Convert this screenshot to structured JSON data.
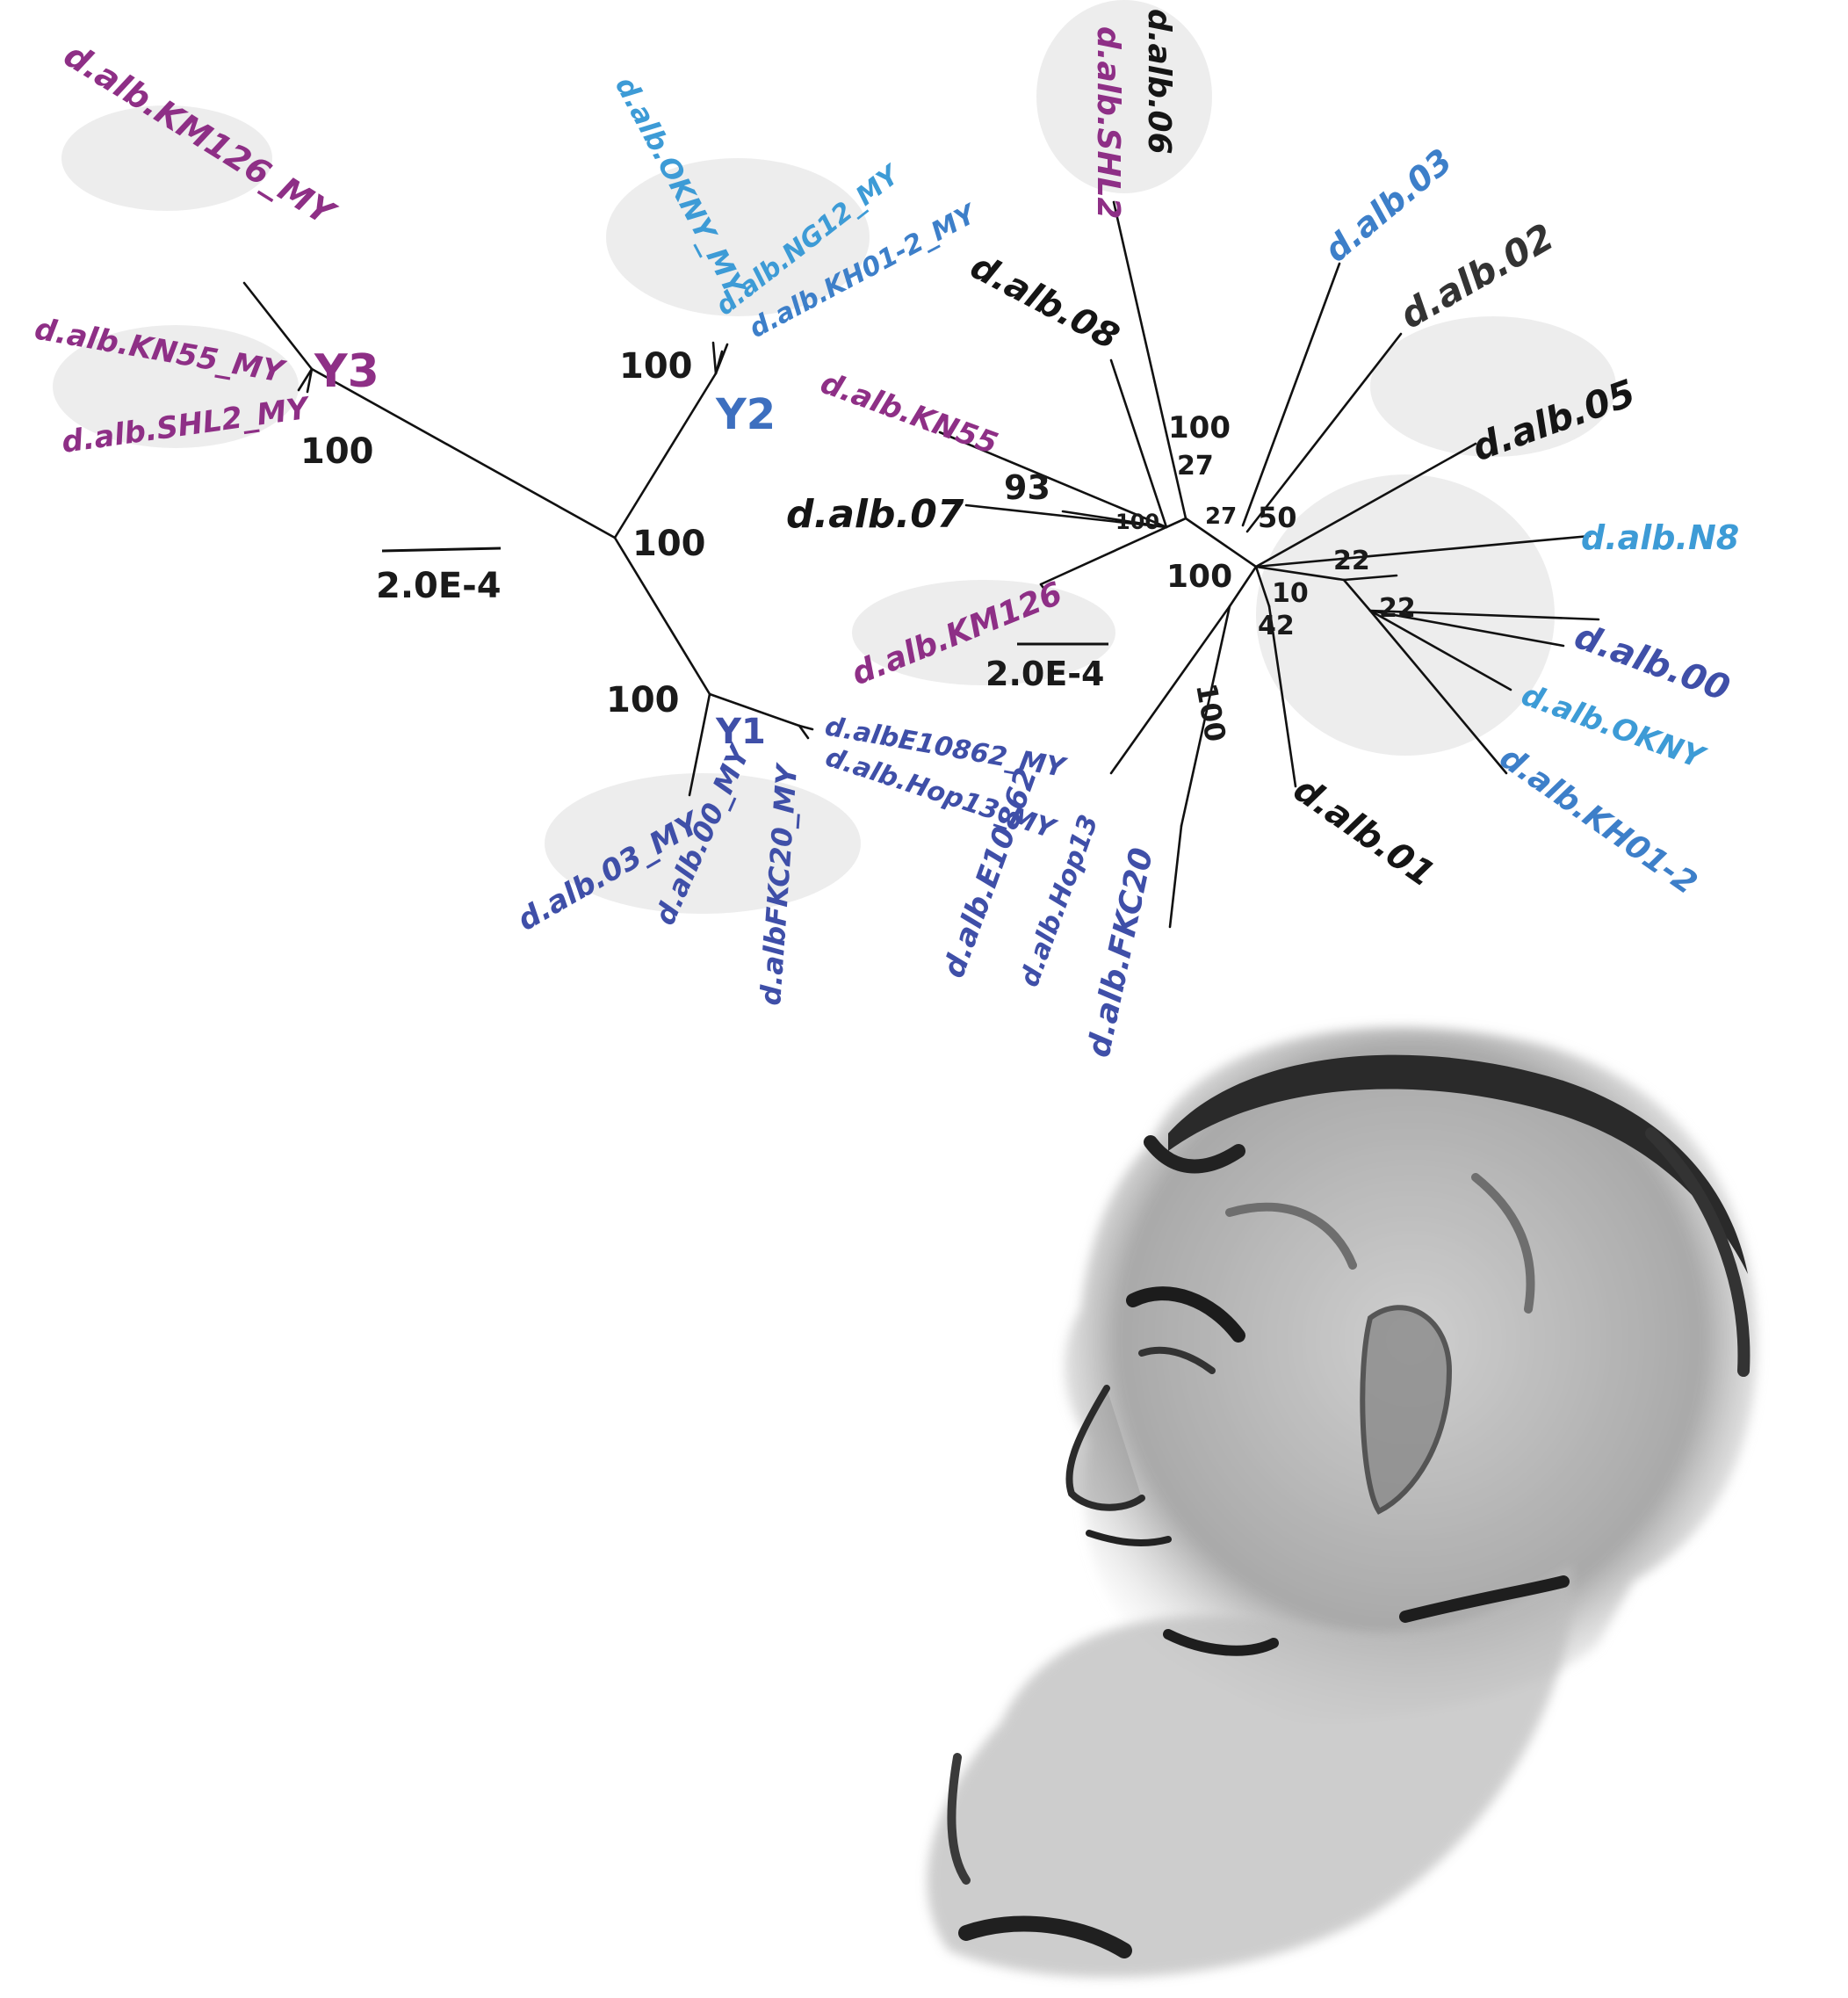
{
  "colors": {
    "magenta": "#8e2f86",
    "blue": "#3f4fa8",
    "light_blue": "#3d9bd6",
    "teal": "#4aa7d8",
    "black": "#151515"
  },
  "tree1": {
    "scale_bar": "2.0E-4",
    "clades": {
      "y1": "Y1",
      "y2": "Y2",
      "y3": "Y3"
    },
    "bootstrap": {
      "y3": "100",
      "y2": "100",
      "root": "100",
      "y1": "100"
    },
    "leaves": {
      "km126": "d.alb.KM126_MY",
      "kn55": "d.alb.KN55_MY",
      "shl2": "d.alb.SHL2_MY",
      "okny": "d.alb.OKNY_MY",
      "ng12": "d.alb.NG12_MY",
      "kh01": "d.alb.KH01-2_MY",
      "alb03": "d.alb.03_MY",
      "alb00": "d.alb.00_MY",
      "e10862": "d.albE10862_MY",
      "hop13": "d.alb.Hop13_MY",
      "fkc20": "d.albFKC20_MY"
    }
  },
  "tree2": {
    "scale_bar": "2.0E-4",
    "bootstrap": {
      "b100a": "100",
      "b27a": "27",
      "b27b": "27",
      "b50": "50",
      "b22a": "22",
      "b22b": "22",
      "b93": "93",
      "b100b": "100",
      "b100c": "100",
      "b10": "10",
      "b42": "42",
      "b100d": "100"
    },
    "leaves": {
      "shl2": "d.alb.SHL2",
      "alb06": "d.alb.06",
      "alb08": "d.alb.08",
      "alb03": "d.alb.03",
      "alb02": "d.alb.02",
      "alb05": "d.alb.05",
      "kn55": "d.alb.KN55",
      "alb07": "d.alb.07",
      "n8": "d.alb.N8",
      "km126": "d.alb.KM126",
      "alb00": "d.alb.00",
      "okny": "d.alb.OKNY",
      "kh01": "d.alb.KH01-2",
      "alb01": "d.alb.01",
      "e10862": "d.alb.E10862",
      "hop13": "d.alb.Hop13",
      "fkc20": "d.alb.FKC20"
    }
  }
}
